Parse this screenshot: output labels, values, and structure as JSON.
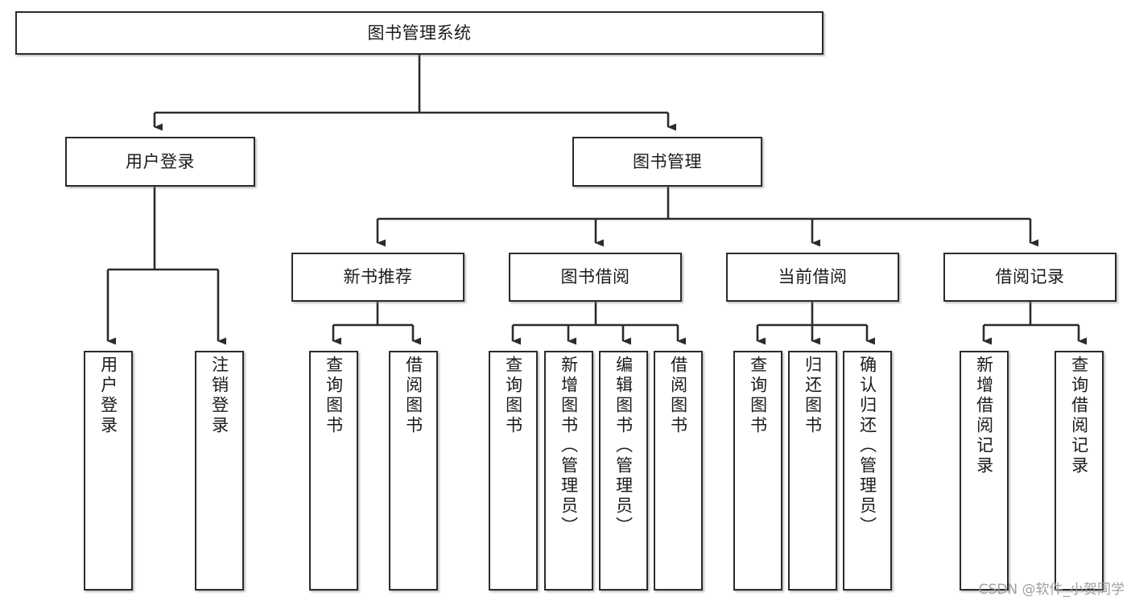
{
  "diagram": {
    "title": "图书管理系统",
    "type": "hierarchy-tree",
    "root": {
      "id": "root",
      "label": "图书管理系统"
    },
    "level2": [
      {
        "id": "user-login",
        "label": "用户登录"
      },
      {
        "id": "book-manage",
        "label": "图书管理"
      }
    ],
    "level3": [
      {
        "id": "new-book-recommend",
        "label": "新书推荐"
      },
      {
        "id": "book-borrow",
        "label": "图书借阅"
      },
      {
        "id": "current-borrow",
        "label": "当前借阅"
      },
      {
        "id": "borrow-record",
        "label": "借阅记录"
      }
    ],
    "leaves": {
      "user_login": [
        {
          "id": "leaf-user-login",
          "label": "用户登录"
        },
        {
          "id": "leaf-logout-login",
          "label": "注销登录"
        }
      ],
      "new_book_recommend": [
        {
          "id": "leaf-query-book-1",
          "label": "查询图书"
        },
        {
          "id": "leaf-borrow-book-1",
          "label": "借阅图书"
        }
      ],
      "book_borrow": [
        {
          "id": "leaf-query-book-2",
          "label": "查询图书"
        },
        {
          "id": "leaf-add-book",
          "label": "新增图书（管理员）"
        },
        {
          "id": "leaf-edit-book",
          "label": "编辑图书（管理员）"
        },
        {
          "id": "leaf-borrow-book-2",
          "label": "借阅图书"
        }
      ],
      "current_borrow": [
        {
          "id": "leaf-query-book-3",
          "label": "查询图书"
        },
        {
          "id": "leaf-return-book",
          "label": "归还图书"
        },
        {
          "id": "leaf-confirm-return",
          "label": "确认归还（管理员）"
        }
      ],
      "borrow_record": [
        {
          "id": "leaf-add-record",
          "label": "新增借阅记录"
        },
        {
          "id": "leaf-query-record",
          "label": "查询借阅记录"
        }
      ]
    },
    "watermark": "CSDN @软件_小贺同学",
    "colors": {
      "stroke": "#2b2b2b",
      "fill": "#ffffff",
      "text": "#1b1b1b",
      "watermark": "#9a9a9a"
    }
  }
}
